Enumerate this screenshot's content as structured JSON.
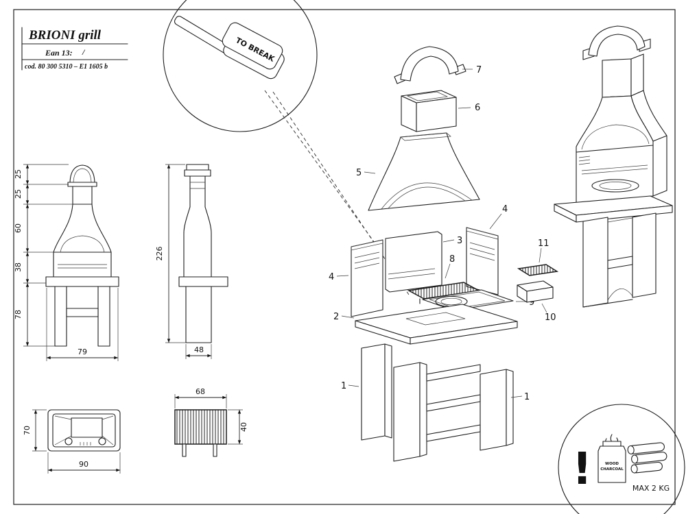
{
  "title_block": {
    "title": "BRIONI grill",
    "ean_label": "Ean 13:",
    "ean_value": "/",
    "code": "cod. 80 300 5310 – E1 1605 b"
  },
  "detail_bubble": {
    "label": "TO BREAK"
  },
  "front_view": {
    "dims": [
      "25",
      "25",
      "60",
      "38",
      "78"
    ],
    "width": "79"
  },
  "side_view": {
    "height": "226",
    "width": "48"
  },
  "bowl_view": {
    "height": "70",
    "width": "90"
  },
  "grate_view": {
    "width": "68",
    "height": "40"
  },
  "exploded": {
    "labels": {
      "p1_left": "1",
      "p1_right": "1",
      "p2": "2",
      "p3": "3",
      "p4_left": "4",
      "p4_right": "4",
      "p5": "5",
      "p6": "6",
      "p7": "7",
      "p8": "8",
      "p9": "9",
      "p10": "10",
      "p11": "11"
    }
  },
  "warning": {
    "exclamation": "!",
    "bag_line1": "WOOD",
    "bag_line2": "CHARCOAL",
    "max_load": "MAX 2 KG"
  }
}
